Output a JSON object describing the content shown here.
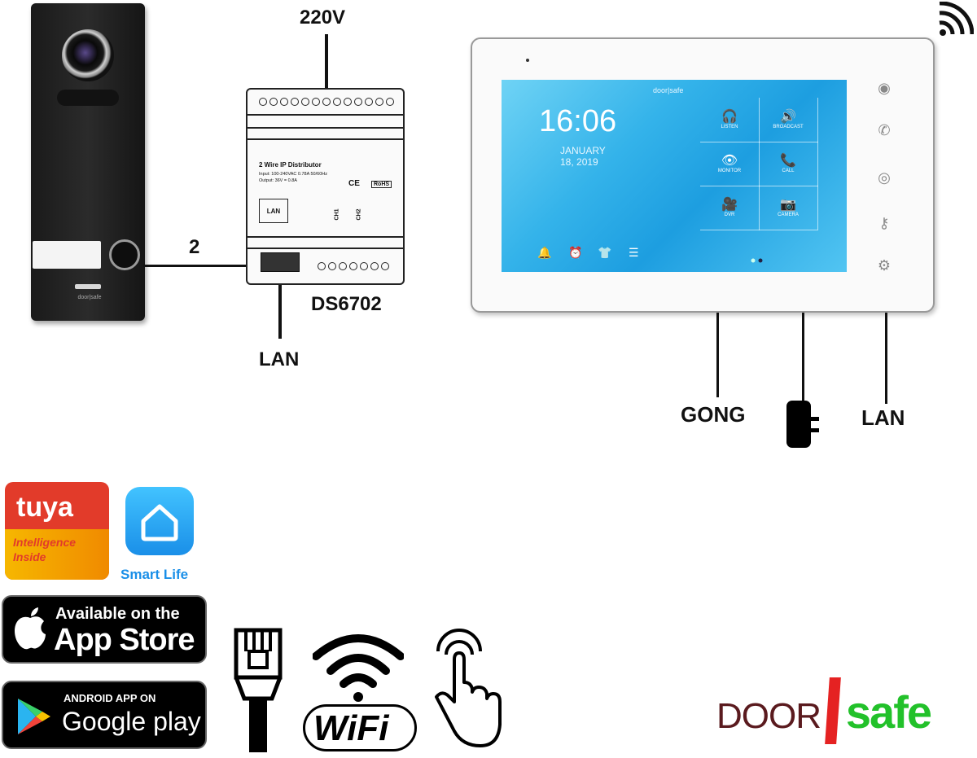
{
  "labels": {
    "power": "220V",
    "wires": "2",
    "distributor_model": "DS6702",
    "lan_left": "LAN",
    "gong": "GONG",
    "lan_right": "LAN"
  },
  "door_station": {
    "brand": "door|safe"
  },
  "distributor": {
    "title": "2 Wire IP Distributor",
    "spec_input": "Input: 100-240VAC 0.78A 50/60Hz",
    "spec_output": "Output: 36V = 0.8A",
    "lan": "LAN",
    "ch1": "CH1",
    "ch2": "CH2",
    "ce": "CE",
    "rohs": "RoHS"
  },
  "monitor": {
    "screen_brand": "door|safe",
    "clock": "16:06",
    "date_line1": "JANUARY",
    "date_line2": "18, 2019",
    "tiles": [
      {
        "label": "LISTEN",
        "icon": "headphones-icon",
        "glyph": "🎧"
      },
      {
        "label": "BROADCAST",
        "icon": "speaker-icon",
        "glyph": "🔊"
      },
      {
        "label": "MONITOR",
        "icon": "eye-icon",
        "glyph": "👁"
      },
      {
        "label": "CALL",
        "icon": "phone-icon",
        "glyph": "📞"
      },
      {
        "label": "DVR",
        "icon": "video-icon",
        "glyph": "🎥"
      },
      {
        "label": "CAMERA",
        "icon": "camera-icon",
        "glyph": "📷"
      }
    ]
  },
  "logos": {
    "tuya": "tuya",
    "tuya_tag_line1": "Intelligence",
    "tuya_tag_line2": "Inside",
    "smart_life": "Smart Life",
    "appstore_line1": "Available on the",
    "appstore_line2": "App Store",
    "gplay_line1": "ANDROID APP ON",
    "gplay_line2": "Google play",
    "wifi": "WiFi",
    "brand_door": "DOOR",
    "brand_safe": "safe"
  },
  "colors": {
    "tuya_red": "#e23b2a",
    "smart_life_blue": "#1a8fe8",
    "brand_door": "#5a1a1e",
    "brand_safe": "#22c12a",
    "brand_bar": "#e52222",
    "screen_blue": "#1d9ee0"
  }
}
